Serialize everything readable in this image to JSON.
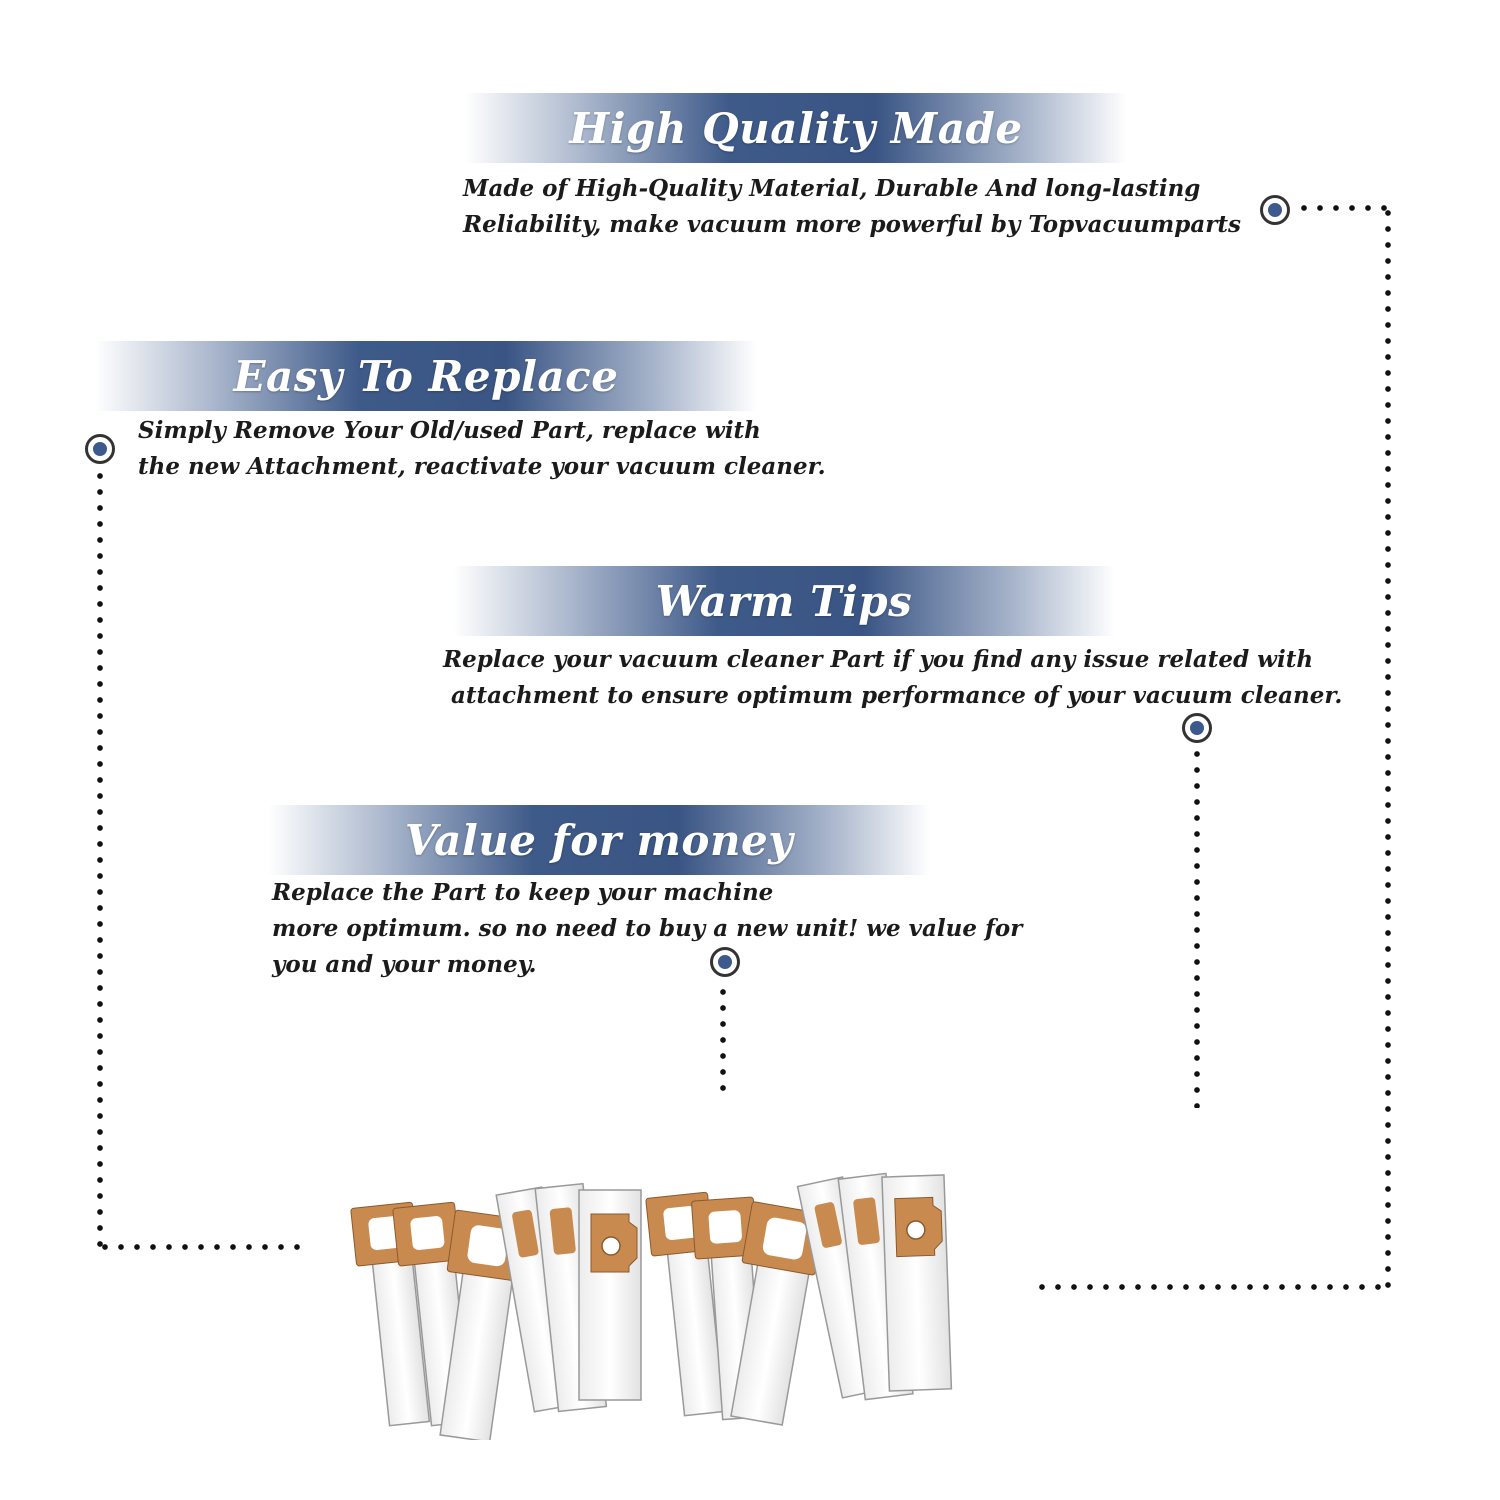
{
  "sections": [
    {
      "title": "High Quality Made",
      "lines": [
        "Made of  High-Quality Material, Durable And long-lasting",
        "Reliability, make vacuum more powerful by Topvacuumparts"
      ]
    },
    {
      "title": "Easy To Replace",
      "lines": [
        "Simply Remove Your Old/used Part, replace with",
        "the new Attachment, reactivate your vacuum cleaner."
      ]
    },
    {
      "title": "Warm Tips",
      "lines": [
        "Replace your vacuum cleaner Part if you find any issue related with",
        " attachment to ensure optimum performance of your vacuum cleaner."
      ]
    },
    {
      "title": "Value for money",
      "lines": [
        "Replace the Part to keep your machine",
        "more optimum. so no need to buy a new unit! we value for",
        "you and your money."
      ]
    }
  ],
  "colors": {
    "banner_blue": "#3e5a89",
    "marker_blue": "#3c5a8c",
    "collar_orange": "#c98a4f",
    "text": "#1b1b1b"
  },
  "product_image": {
    "icon": "vacuum-bags-product-image",
    "bag_count": 12
  }
}
